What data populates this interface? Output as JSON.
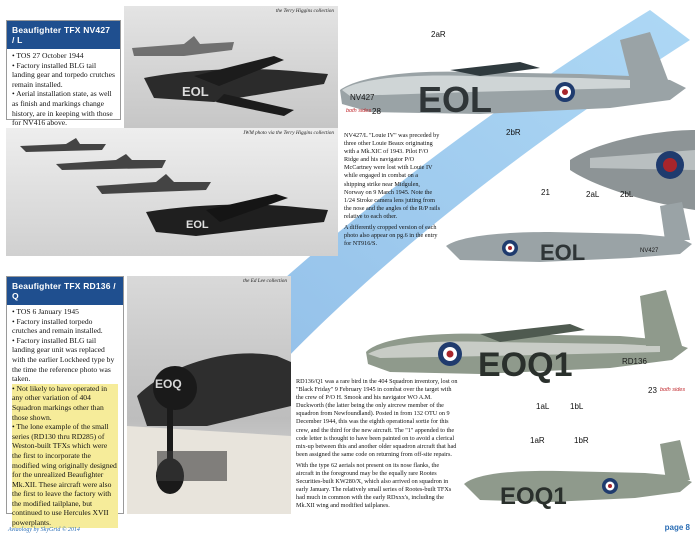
{
  "section_top": {
    "header": "Beaufighter TFX NV427 / L",
    "bullets": [
      "• TOS 27 October 1944",
      "• Factory installed BLG tail landing gear and torpedo crutches remain installed.",
      "• Aerial installation state, as well as finish and markings change history, are in keeping with those for NV416 above."
    ],
    "photo_credit_1": "the Terry Higgins collection",
    "photo_credit_2": "IWM photo via the Terry Higgins collection",
    "photo_code": "EOL"
  },
  "section_bottom": {
    "header": "Beaufighter TFX RD136 / Q",
    "bullets": [
      "• TOS 6 January 1945",
      "• Factory installed torpedo crutches and remain installed.",
      "• Factory installed BLG tail landing gear unit was replaced with the earlier Lockheed type by the time the reference photo was taken.",
      "• Not likely to have operated in any other variation of 404 Squadron markings other than those shown.",
      "• The lone example of the small series (RD130 thru RD285) of Weston-built TFXs which were the first to incorporate the modified wing originally designed for the unrealized Beaufighter Mk.XII. These aircraft were also the first to leave the factory with the modified tailplane, but continued to use Hercules XVII powerplants."
    ],
    "photo_credit": "the Ed Lee collection",
    "photo_code": "EOQ"
  },
  "paragraphs": {
    "nv427": "NV427/L \"Louie IV\" was preceded by three other Louie Beaux originating with a Mk.XIC of 1943. Pilot F/O Ridge and his navigator P/O McCartney were lost with Louie IV while engaged in combat on a shipping strike near Midgulen, Norway on 9 March 1945. Note the 1/24 Stroke camera lens jutting from the nose and the angles of the R/P rails relative to each other.",
    "nv427_2": "A differently cropped version of each photo also appear on pg.6 in the entry for NT916/S.",
    "rd136_1": "RD136/Q1 was a rare bird in the 404 Squadron inventory, lost on \"Black Friday\" 9 February 1945 in combat over the target with the crew of P/O H. Smook and his navigator WO A.M. Duckworth (the latter being the only aircrew member of the squadron from Newfoundland). Posted in from 132 OTU on 9 December 1944, this was the eighth operational sortie for this crew, and the third for the new aircraft. The \"1\" appended to the code letter is thought to have been painted on to avoid a clerical mix-up between this and another older squadron aircraft that had been assigned the same code on returning from off-site repairs.",
    "rd136_2": "With the type 62 aerials not present on its nose flanks, the aircraft in the foreground may be the equally rare Rootes Securities-built KW280/X, which also arrived on squadron in early January. The relatively small series of Rootes-built TFXs had much in common with the early RDxxx's, including the Mk.XII wing and modified tailplanes."
  },
  "profiles": {
    "nv427_side": {
      "code": "EOL",
      "serial": "NV427",
      "callouts": [
        "2aR",
        "28",
        "both sides",
        "2bR"
      ]
    },
    "nv427_top": {
      "callouts": [
        "21"
      ]
    },
    "nv427_left": {
      "code": "EOL",
      "serial": "NV427",
      "callouts": [
        "2aL",
        "2bL"
      ]
    },
    "rd136_side": {
      "code": "EOQ1",
      "serial": "RD136",
      "callouts": [
        "1aL",
        "1bL",
        "23",
        "both sides"
      ]
    },
    "rd136_right": {
      "code": "EOQ1",
      "callouts": [
        "1aR",
        "1bR"
      ]
    }
  },
  "footer": {
    "left": "Aviaology by SkyGrid © 2014",
    "right": "page 8"
  },
  "colors": {
    "header_blue": "#1f4f8f",
    "highlight": "#f6ec9a",
    "accent": "#2a6db5",
    "roundel_red": "#a8252b"
  }
}
